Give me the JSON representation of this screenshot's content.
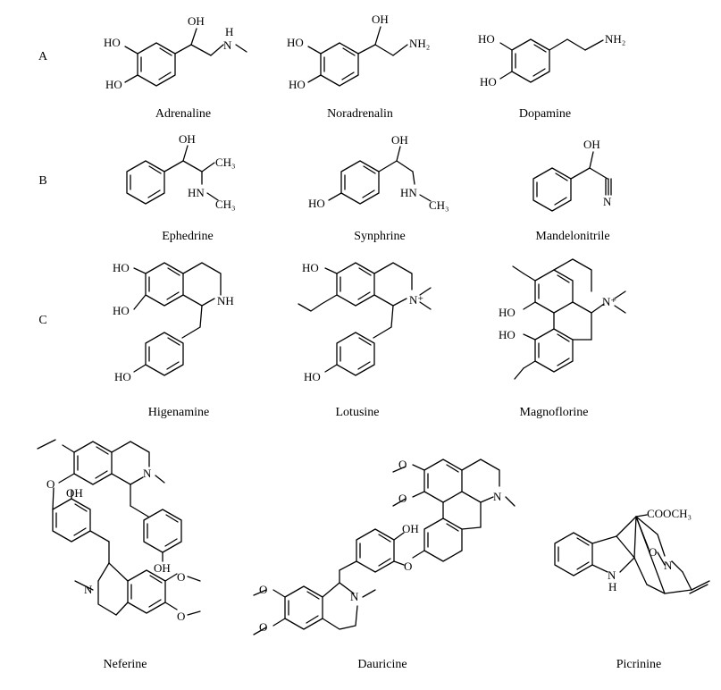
{
  "rows": [
    "A",
    "B",
    "C"
  ],
  "names": {
    "adrenaline": "Adrenaline",
    "noradrenalin": "Noradrenalin",
    "dopamine": "Dopamine",
    "ephedrine": "Ephedrine",
    "synphrine": "Synphrine",
    "mandelonitrile": "Mandelonitrile",
    "higenamine": "Higenamine",
    "lotusine": "Lotusine",
    "magnoflorine": "Magnoflorine",
    "neferine": "Neferine",
    "dauricine": "Dauricine",
    "picrinine": "Picrinine"
  },
  "atoms": {
    "ho": "HO",
    "oh": "OH",
    "h": "H",
    "n": "N",
    "nh": "NH",
    "nh2": "NH₂",
    "ch3": "CH₃",
    "hn": "HN",
    "n_plus": "N⁺",
    "o": "O",
    "cooch3": "COOCH₃"
  }
}
